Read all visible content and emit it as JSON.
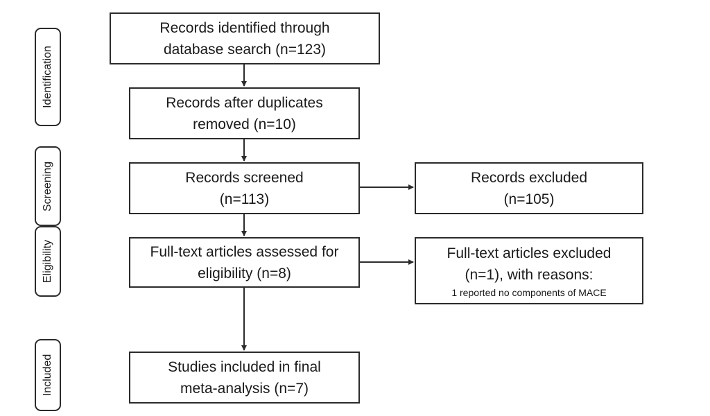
{
  "phases": {
    "identification": "Identification",
    "screening": "Screening",
    "eligibility": "Eligibility",
    "included": "Included"
  },
  "boxes": {
    "identified": [
      "Records identified through",
      "database search (n=123)"
    ],
    "duplicates_removed": [
      "Records after duplicates",
      "removed (n=10)"
    ],
    "screened": [
      "Records screened",
      "(n=113)"
    ],
    "excluded": [
      "Records excluded",
      "(n=105)"
    ],
    "fulltext_assessed": [
      "Full-text articles assessed for",
      "eligibility (n=8)"
    ],
    "fulltext_excluded": [
      "Full-text articles excluded",
      "(n=1), with reasons:",
      "1 reported no components of MACE"
    ],
    "included": [
      "Studies included in final",
      "meta-analysis (n=7)"
    ]
  }
}
